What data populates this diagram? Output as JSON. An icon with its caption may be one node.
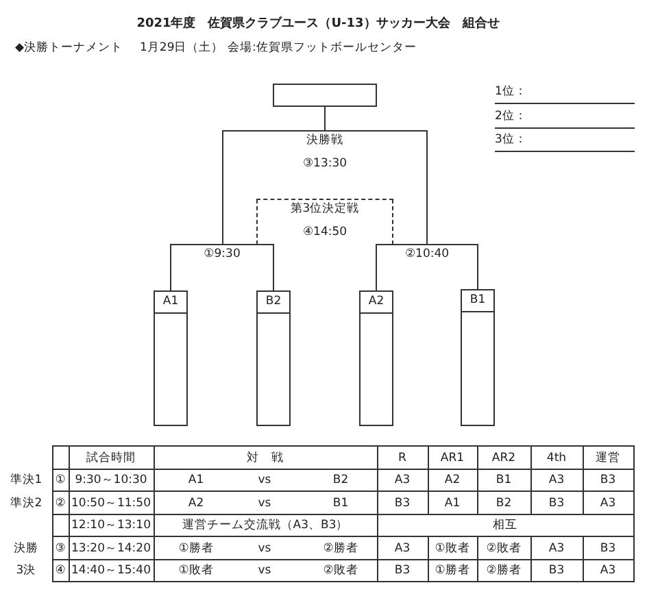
{
  "diagram": {
    "title": "2021年度　佐賀県クラブユース（U-13）サッカー大会　組合せ",
    "nodes": [
      {
        "text": [],
        "shape": "box"
      },
      {
        "text": [
          "決勝戦",
          "③13:30"
        ]
      },
      {
        "text": [
          "第3位決定戦",
          "④14:50"
        ]
      },
      {
        "text": [
          "①9:30"
        ]
      },
      {
        "text": [
          "②10:40"
        ]
      },
      {
        "text": [
          "A1"
        ]
      },
      {
        "text": [
          "B2"
        ]
      },
      {
        "text": [
          "A2"
        ]
      },
      {
        "text": [
          "B1"
        ]
      }
    ],
    "edges": [
      {
        "from": 5,
        "to": 3,
        "arrow": "none"
      },
      {
        "from": 6,
        "to": 3,
        "arrow": "none"
      },
      {
        "from": 7,
        "to": 4,
        "arrow": "none"
      },
      {
        "from": 8,
        "to": 4,
        "arrow": "none"
      },
      {
        "from": 3,
        "to": 1,
        "arrow": "none"
      },
      {
        "from": 4,
        "to": 1,
        "arrow": "none"
      },
      {
        "from": 3,
        "to": 2,
        "arrow": "none",
        "style": "dashed"
      },
      {
        "from": 4,
        "to": 2,
        "arrow": "none",
        "style": "dashed"
      },
      {
        "from": 1,
        "to": 0,
        "arrow": "none"
      }
    ],
    "labels": [
      "◆決勝トーナメント",
      "1月29日（土）",
      "会場:佐賀県フットボールセンター",
      "1位：",
      "2位：",
      "3位：",
      "試合時間",
      "対　戦",
      "R",
      "AR1",
      "AR2",
      "4th",
      "運営",
      "準決1",
      "①",
      "9:30～10:30",
      "A1",
      "vs",
      "B2",
      "A3",
      "A2",
      "B1",
      "A3",
      "B3",
      "準決2",
      "②",
      "10:50～11:50",
      "A2",
      "vs",
      "B1",
      "B3",
      "A1",
      "B2",
      "B3",
      "A3",
      "12:10～13:10",
      "運営チーム交流戦（A3、B3）",
      "相互",
      "決勝",
      "③",
      "13:20～14:20",
      "①勝者",
      "vs",
      "②勝者",
      "A3",
      "①敗者",
      "②敗者",
      "A3",
      "B3",
      "3決",
      "④",
      "14:40～15:40",
      "①敗者",
      "vs",
      "②敗者",
      "B3",
      "①勝者",
      "②勝者",
      "B3",
      "A3"
    ]
  }
}
